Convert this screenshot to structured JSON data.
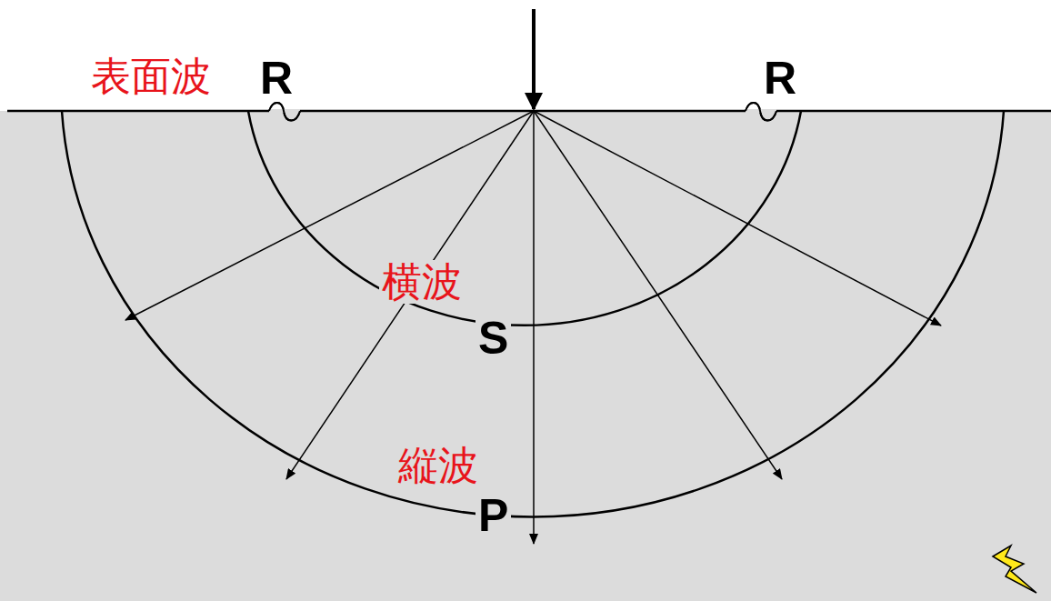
{
  "diagram": {
    "labels": [
      "表面波",
      "R",
      "R",
      "横波",
      "S",
      "縦波",
      "P"
    ]
  }
}
